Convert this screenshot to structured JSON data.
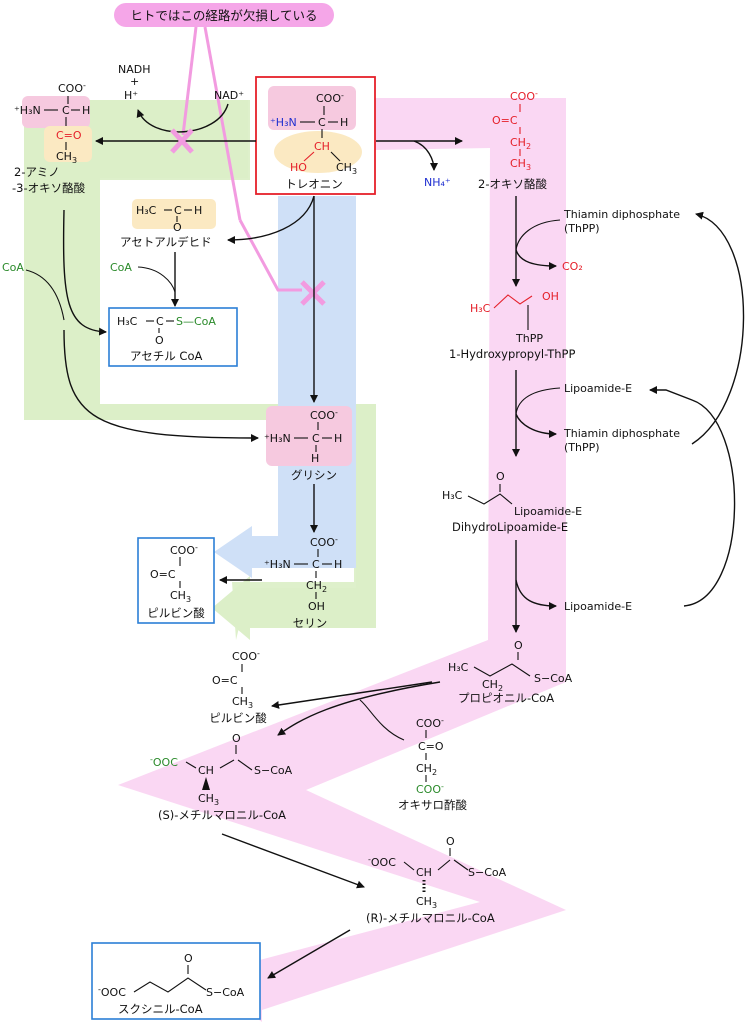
{
  "banner": "ヒトではこの経路が欠損している",
  "cofactors": {
    "nadh": "NADH",
    "plus": "+",
    "hplus": "H⁺",
    "nad": "NAD⁺",
    "nh4": "NH₄⁺",
    "co2": "CO₂",
    "coa_left": "CoA",
    "coa_mid": "CoA"
  },
  "compounds": {
    "threonine": "トレオニン",
    "amino_oxobutyrate_1": "2-アミノ",
    "amino_oxobutyrate_2": "-3-オキソ酪酸",
    "oxobutanoate": "2-オキソ酪酸",
    "acetaldehyde": "アセトアルデヒド",
    "acetyl_coa": "アセチル CoA",
    "glycine": "グリシン",
    "serine": "セリン",
    "pyruvate": "ピルビン酸",
    "pyruvate_2": "ピルビン酸",
    "hydroxypropyl_thpp": "1-Hydroxypropyl-ThPP",
    "thpp_tag": "ThPP",
    "dihydrolipoamide": "DihydroLipoamide-E",
    "propionyl_coa": "プロピオニル-CoA",
    "oxaloacetate": "オキサロ酢酸",
    "s_methylmalonyl": "(S)-メチルマロニル-CoA",
    "r_methylmalonyl": "(R)-メチルマロニル-CoA",
    "succinyl_coa": "スクシニル-CoA"
  },
  "cycle": {
    "thpp1_a": "Thiamin diphosphate",
    "thpp1_b": "(ThPP)",
    "lipo1": "Lipoamide-E",
    "thpp2_a": "Thiamin diphosphate",
    "thpp2_b": "(ThPP)",
    "lipoE": "Lipoamide-E",
    "lipo2": "Lipoamide-E"
  },
  "atoms": {
    "coo": "COO",
    "minus": "-",
    "h3n": "⁺H₃N",
    "c": "C",
    "h": "H",
    "ch": "CH",
    "ch2": "CH",
    "ch3": "CH",
    "o": "O",
    "ho": "HO",
    "oh": "OH",
    "h3c": "H₃C",
    "s_coa": "S—CoA",
    "s_coa2": "S−CoA",
    "ooc": "OOC",
    "co_eq": "C=O",
    "o_eq_c": "O=C",
    "sub2": "2",
    "sub3": "3"
  }
}
